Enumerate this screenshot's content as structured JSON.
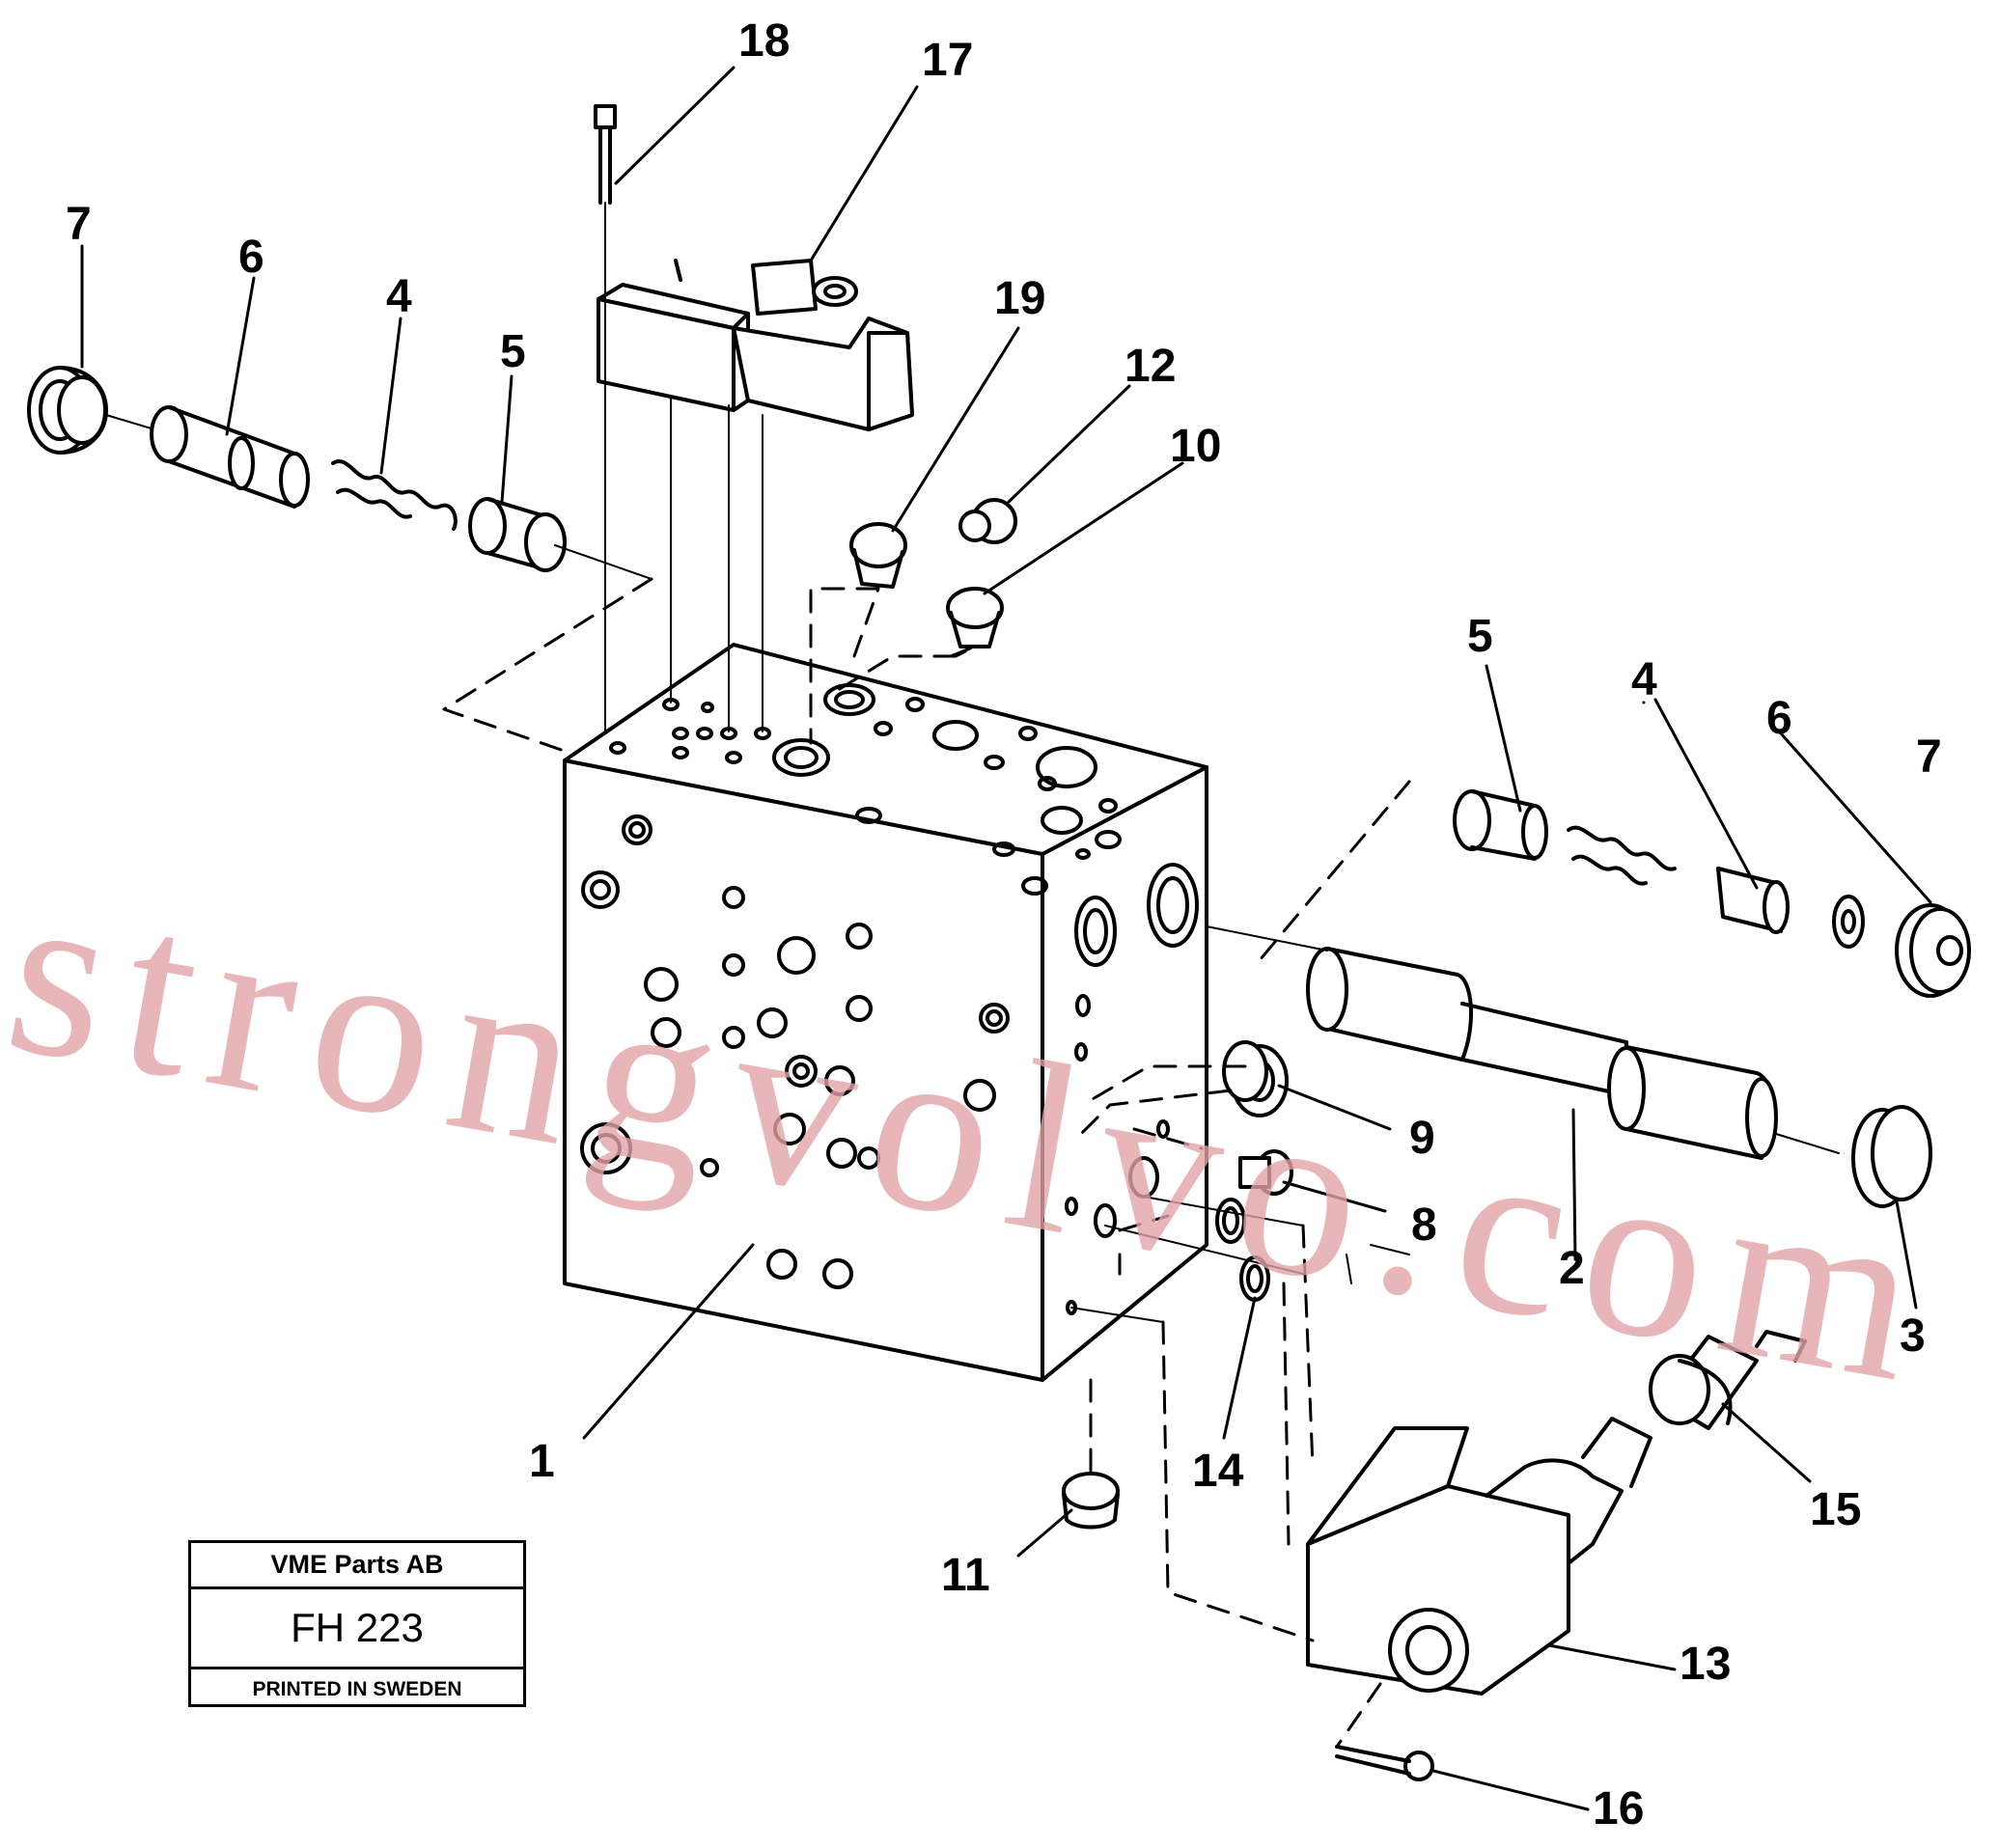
{
  "callouts": {
    "c1": "1",
    "c2": "2",
    "c3": "3",
    "c4a": "4",
    "c4b": "4",
    "c5a": "5",
    "c5b": "5",
    "c6a": "6",
    "c6b": "6",
    "c7a": "7",
    "c7b": "7",
    "c8": "8",
    "c9": "9",
    "c10": "10",
    "c11": "11",
    "c12": "12",
    "c13": "13",
    "c14": "14",
    "c15": "15",
    "c16": "16",
    "c17": "17",
    "c18": "18",
    "c19": "19"
  },
  "stamp": {
    "company": "VME Parts AB",
    "code": "FH 223",
    "printed": "PRINTED IN SWEDEN"
  },
  "watermark": "strongvolvo.com",
  "colors": {
    "line": "#000000",
    "watermark": "#e3a3a8"
  }
}
